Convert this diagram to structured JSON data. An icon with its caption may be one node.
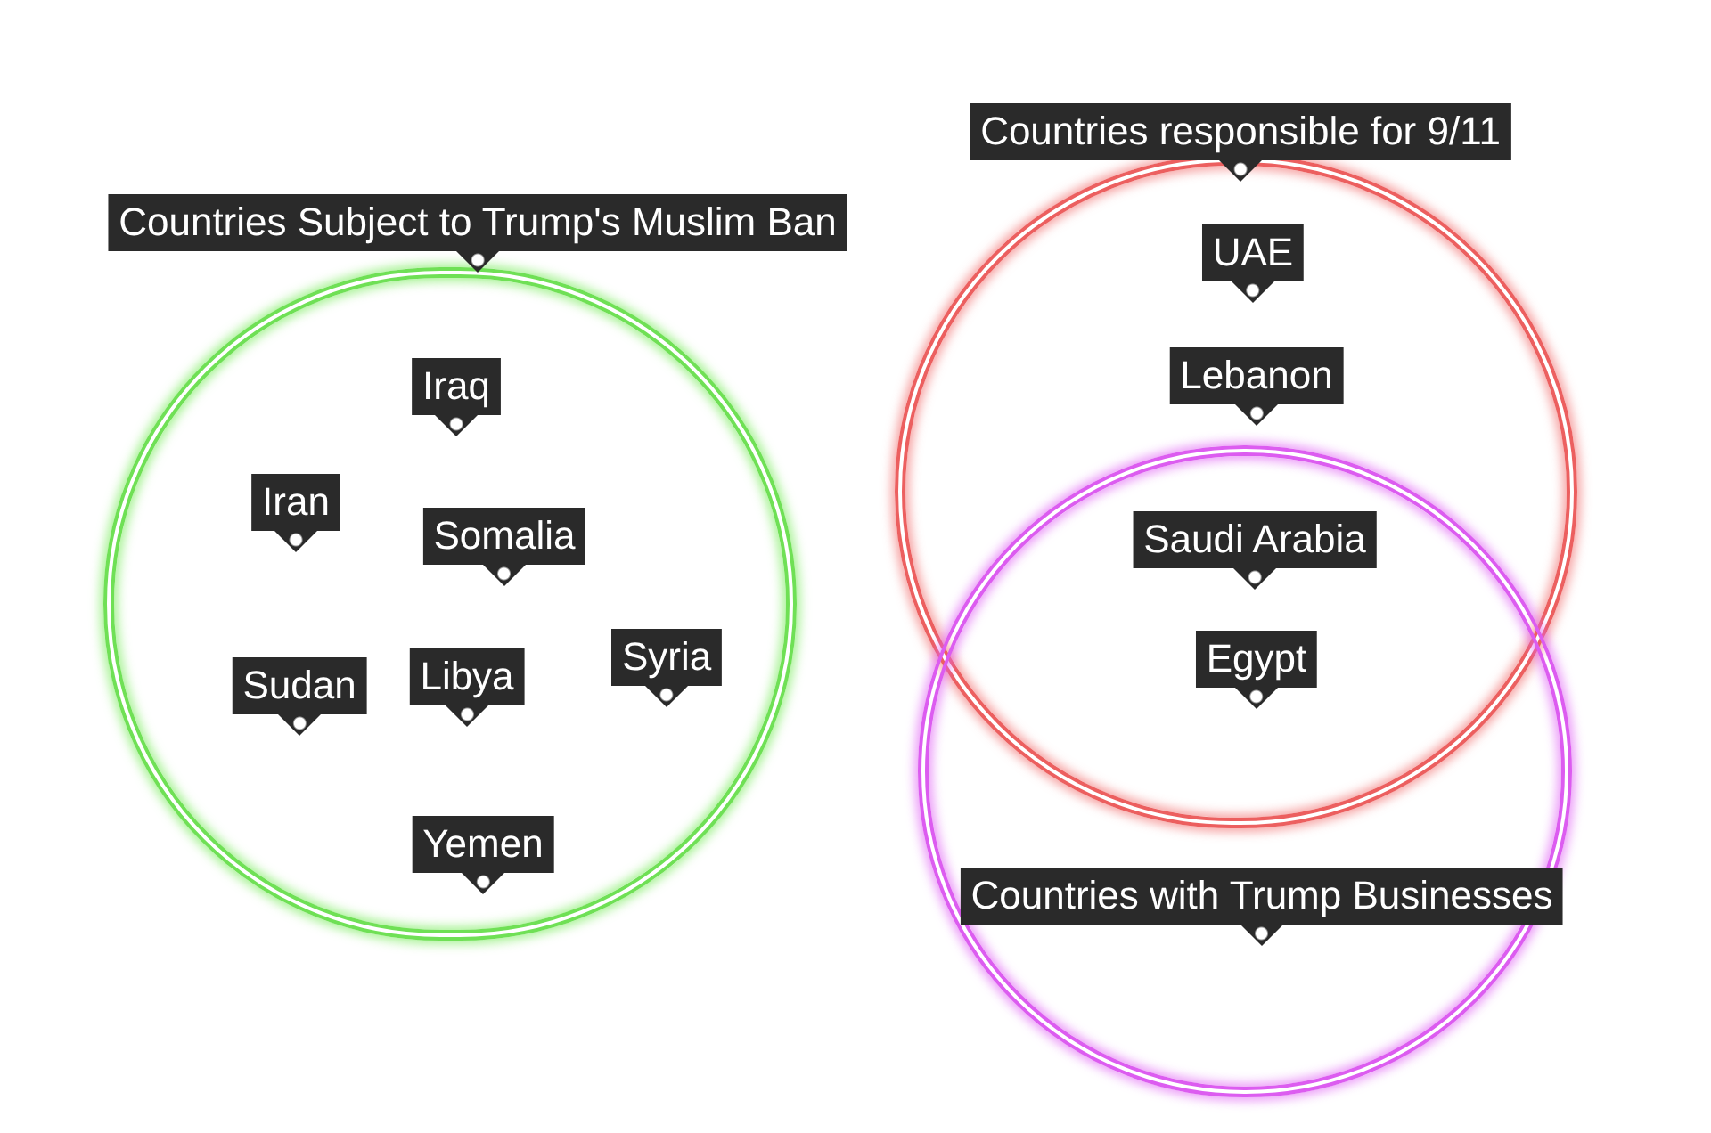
{
  "diagram": {
    "nodes": [
      {
        "text": [
          "Countries Subject to Trump's Muslim Ban"
        ]
      },
      {
        "text": [
          "Iraq"
        ],
        "in": 0
      },
      {
        "text": [
          "Iran"
        ],
        "in": 0
      },
      {
        "text": [
          "Somalia"
        ],
        "in": 0
      },
      {
        "text": [
          "Sudan"
        ],
        "in": 0
      },
      {
        "text": [
          "Libya"
        ],
        "in": 0
      },
      {
        "text": [
          "Syria"
        ],
        "in": 0
      },
      {
        "text": [
          "Yemen"
        ],
        "in": 0
      },
      {
        "text": [
          "Countries responsible for 9/11"
        ]
      },
      {
        "text": [
          "UAE"
        ],
        "in": 8
      },
      {
        "text": [
          "Lebanon"
        ],
        "in": 8
      },
      {
        "text": [
          "Saudi Arabia"
        ]
      },
      {
        "text": [
          "Egypt"
        ]
      },
      {
        "text": [
          "Countries with Trump Businesses"
        ]
      }
    ]
  }
}
